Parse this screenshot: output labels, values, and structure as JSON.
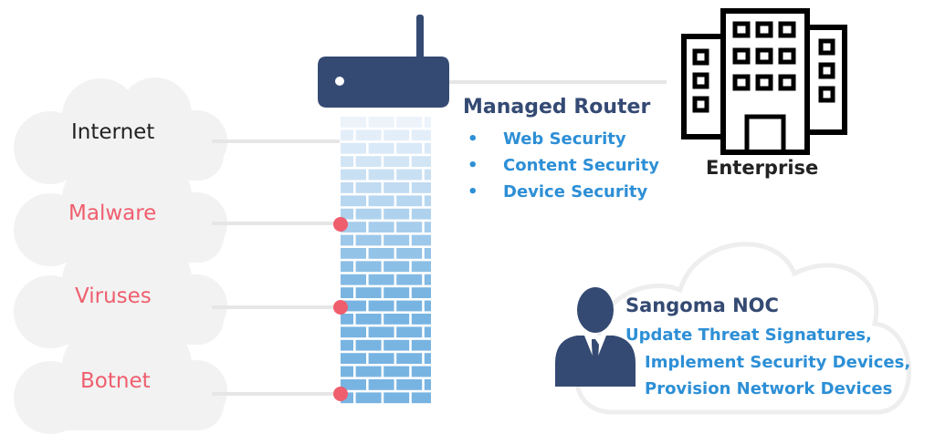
{
  "threats": {
    "internet": "Internet",
    "malware": "Malware",
    "viruses": "Viruses",
    "botnet": "Botnet"
  },
  "router": {
    "title": "Managed Router",
    "features": [
      "Web Security",
      "Content Security",
      "Device Security"
    ]
  },
  "enterprise": {
    "label": "Enterprise"
  },
  "noc": {
    "title": "Sangoma NOC",
    "tasks": [
      "Update Threat Signatures,",
      "Implement Security Devices,",
      "Provision Network Devices"
    ]
  },
  "colors": {
    "cloud": "#f2f2f2",
    "navy": "#344a73",
    "blue": "#2d8fd6",
    "threat": "#ef5e6d",
    "text_dark": "#222222"
  }
}
